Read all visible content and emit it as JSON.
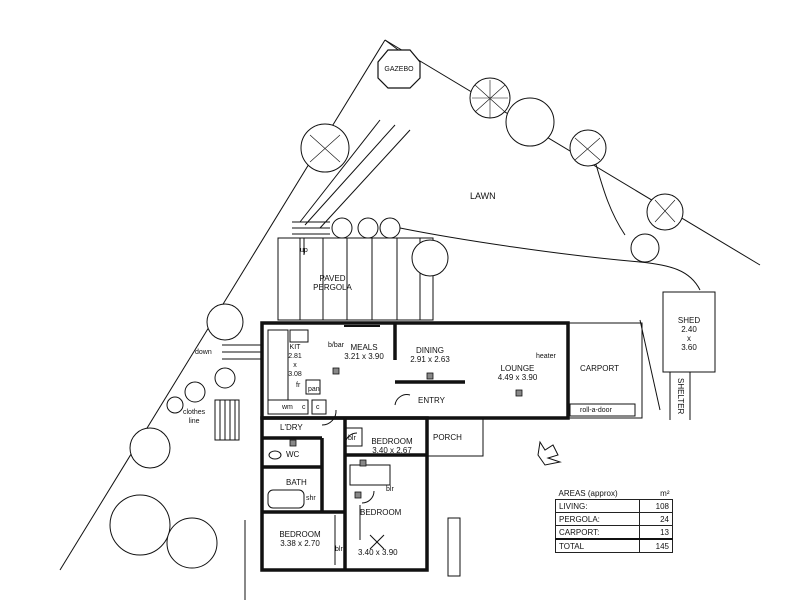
{
  "labels": {
    "gazebo": "GAZEBO",
    "lawn": "LAWN",
    "up": "up",
    "paved_pergola": "PAVED\nPERGOLA",
    "down": "down",
    "clothes_line": "clothes\nline",
    "kit": "KIT\n2.81\nx\n3.08",
    "fr": "fr",
    "pan": "pan",
    "bbar": "b/bar",
    "meals": "MEALS\n3.21 x 3.90",
    "dining": "DINING\n2.91 x 2.63",
    "lounge": "LOUNGE\n4.49 x 3.90",
    "heater": "heater",
    "carport": "CARPORT",
    "roll_a_door": "roll-a-door",
    "shed": "SHED\n2.40\nx\n3.60",
    "shelter": "SHELTER",
    "wm": "wm",
    "c1": "c",
    "c2": "c",
    "ldry": "L'DRY",
    "entry": "ENTRY",
    "porch": "PORCH",
    "blr1": "blr",
    "bedroom1": "BEDROOM\n3.40 x 2.67",
    "wc": "WC",
    "bath": "BATH",
    "shr": "shr",
    "blr2": "blr",
    "bedroom2": "BEDROOM",
    "bedroom2_size": "3.40 x 3.90",
    "bedroom3": "BEDROOM\n3.38 x 2.70",
    "blr3": "blr"
  },
  "areas": {
    "title": "AREAS (approx)",
    "unit": "m²",
    "rows": [
      {
        "name": "LIVING:",
        "value": "108"
      },
      {
        "name": "PERGOLA:",
        "value": "24"
      },
      {
        "name": "CARPORT:",
        "value": "13"
      }
    ],
    "total_name": "TOTAL",
    "total_value": "145"
  }
}
